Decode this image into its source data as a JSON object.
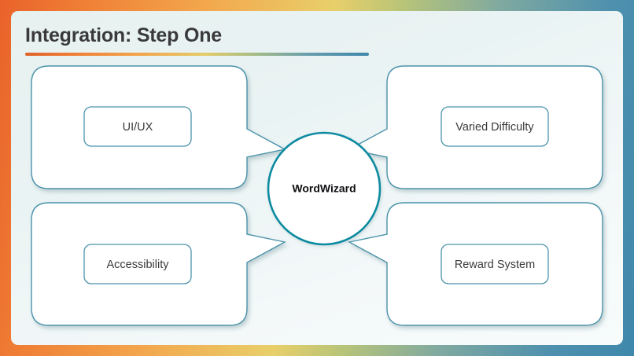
{
  "slide": {
    "title": "Integration: Step One",
    "background_color": "#eaf3f3",
    "frame_gradient_from": "#e9622a",
    "frame_gradient_to": "#3f88ab",
    "rule_gradient_from": "#e1622c",
    "rule_gradient_to": "#3e87ab"
  },
  "diagram": {
    "type": "hub-and-spoke",
    "hub": {
      "label": "WordWizard",
      "border_color": "#0d8ba0",
      "fill_color": "#ffffff"
    },
    "nodes": [
      {
        "id": "ui-ux",
        "label": "UI/UX",
        "position": "top-left",
        "border_color": "#4b93ab",
        "fill_color": "#ffffff"
      },
      {
        "id": "varied-difficulty",
        "label": "Varied Difficulty",
        "position": "top-right",
        "border_color": "#4b93ab",
        "fill_color": "#ffffff"
      },
      {
        "id": "accessibility",
        "label": "Accessibility",
        "position": "bottom-left",
        "border_color": "#4b93ab",
        "fill_color": "#ffffff"
      },
      {
        "id": "reward-system",
        "label": "Reward System",
        "position": "bottom-right",
        "border_color": "#4b93ab",
        "fill_color": "#ffffff"
      }
    ]
  }
}
